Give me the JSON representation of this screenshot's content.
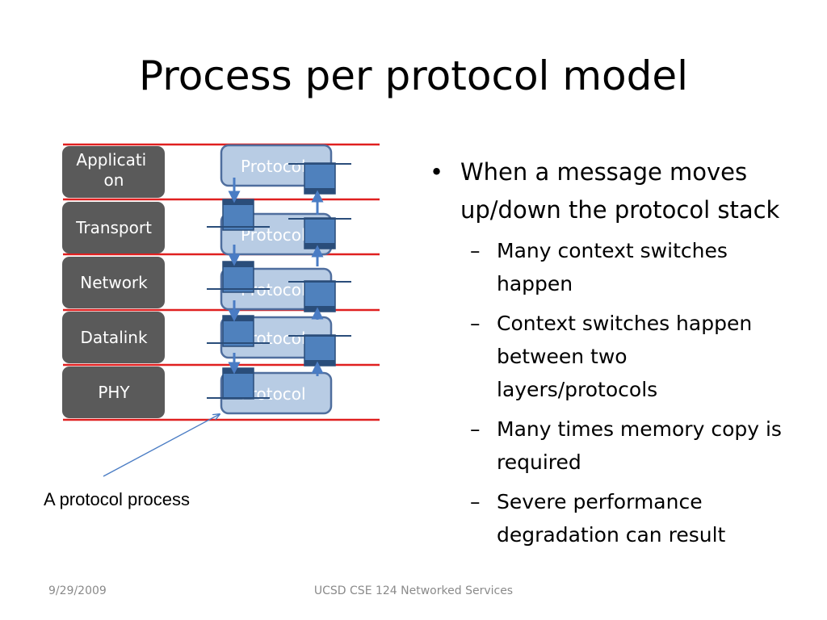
{
  "slide": {
    "title": "Process per protocol model",
    "layers": [
      "Applicati\non",
      "Transport",
      "Network",
      "Datalink",
      "PHY"
    ],
    "protocol_label": "Protocol",
    "caption": "A protocol process",
    "bullet": "When a message moves up/down the protocol stack",
    "sub_bullets": [
      "Many context switches happen",
      "Context switches happen between two layers/protocols",
      "Many times memory copy is required",
      "Severe performance degradation can result"
    ],
    "footer_date": "9/29/2009",
    "footer_center": "UCSD CSE 124 Networked Services"
  },
  "colors": {
    "divider": "#e02020",
    "layer_box": "#5a5a5a",
    "protocol_fill": "#b8cce4",
    "protocol_border": "#4f6e9e",
    "queue_fill": "#4f81bd",
    "queue_dark": "#2a4d7a",
    "arrow": "#4a7cc4"
  }
}
